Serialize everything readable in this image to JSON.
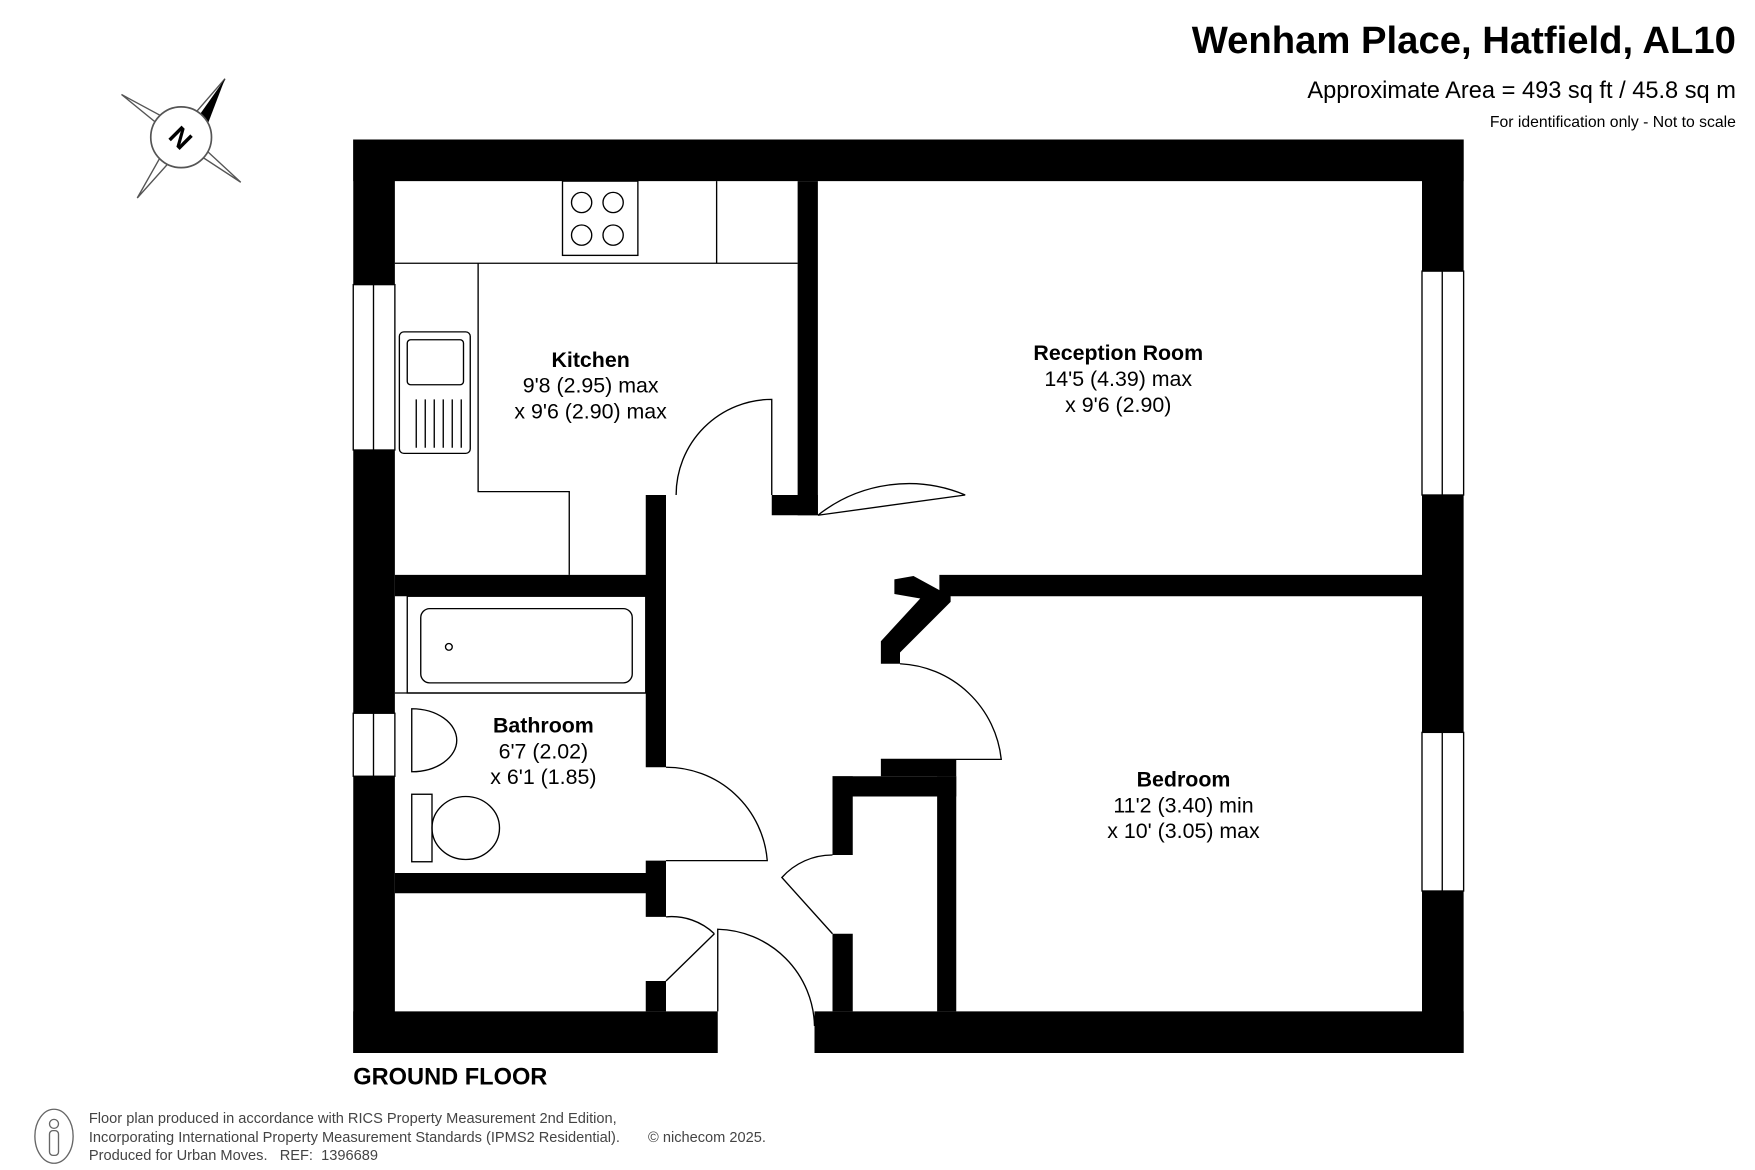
{
  "header": {
    "title": "Wenham Place, Hatfield, AL10",
    "area": "Approximate Area = 493 sq ft / 45.8 sq m",
    "disclaimer": "For identification only - Not to scale"
  },
  "compass": {
    "label": "N"
  },
  "rooms": [
    {
      "name": "Kitchen",
      "dim1": "9'8 (2.95) max",
      "dim2": "x 9'6 (2.90) max"
    },
    {
      "name": "Reception Room",
      "dim1": "14'5 (4.39) max",
      "dim2": "x 9'6 (2.90)"
    },
    {
      "name": "Bathroom",
      "dim1": "6'7 (2.02)",
      "dim2": "x 6'1 (1.85)"
    },
    {
      "name": "Bedroom",
      "dim1": "11'2 (3.40) min",
      "dim2": "x 10' (3.05) max"
    }
  ],
  "floor_label": "GROUND FLOOR",
  "footer": {
    "line1": "Floor plan produced in accordance with RICS Property Measurement 2nd Edition,",
    "line2": "Incorporating International Property Measurement Standards (IPMS2 Residential).",
    "copyright": "© nichecom 2025.",
    "line3": "Produced for Urban Moves.   REF:  1396689"
  }
}
